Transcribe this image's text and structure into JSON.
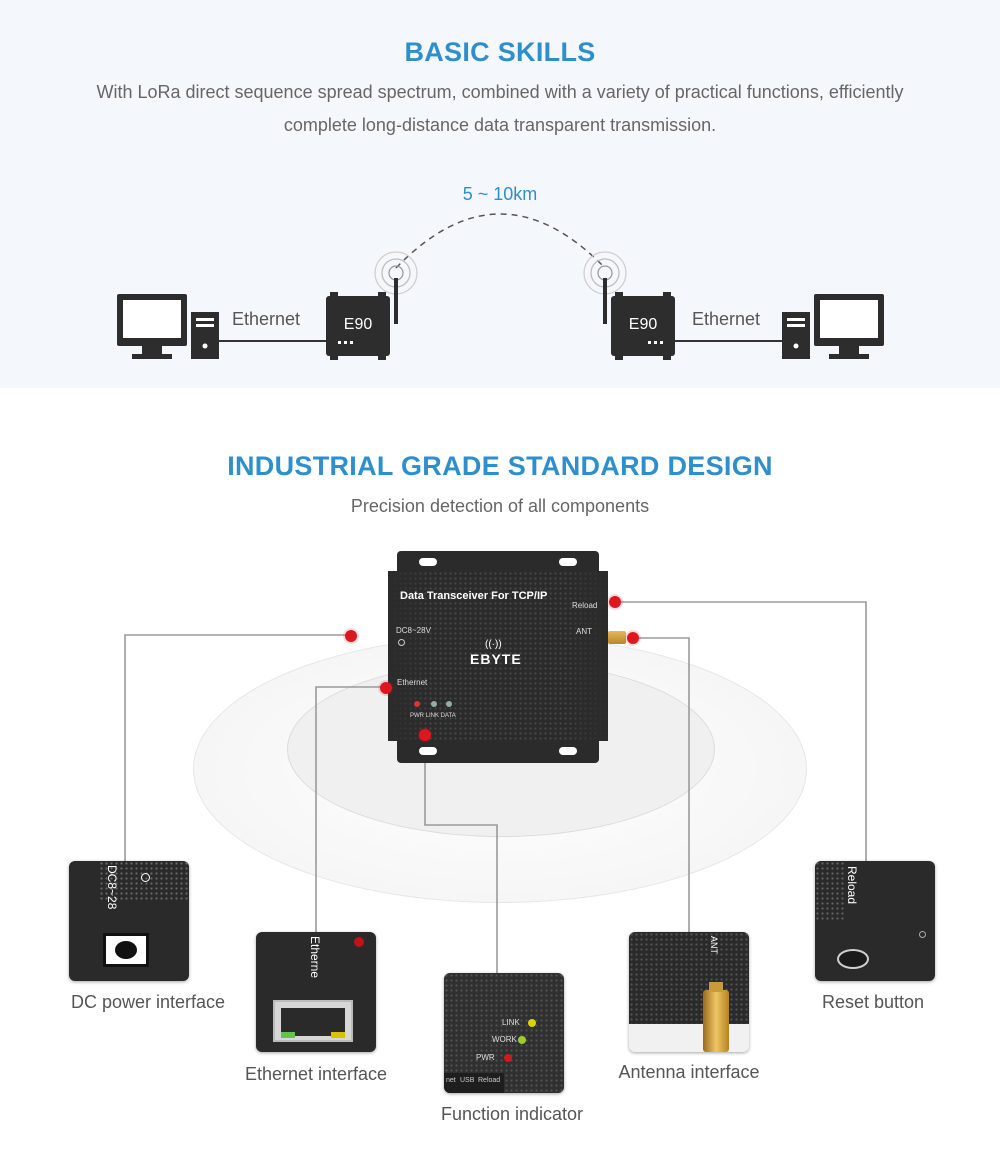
{
  "basic_skills": {
    "title": "BASIC SKILLS",
    "description": "With LoRa direct sequence spread spectrum, combined with a variety of practical functions, efficiently complete long-distance data transparent transmission.",
    "distance": "5 ~ 10km",
    "left": {
      "link_label": "Ethernet",
      "device_label": "E90"
    },
    "right": {
      "link_label": "Ethernet",
      "device_label": "E90"
    }
  },
  "industrial": {
    "title": "INDUSTRIAL GRADE STANDARD DESIGN",
    "subtitle": "Precision detection of all components",
    "device": {
      "name": "Data Transceiver For TCP/IP",
      "brand": "EBYTE",
      "dc_label": "DC8~28V",
      "reload_label": "Reload",
      "ant_label": "ANT",
      "ethernet_label": "Ethernet",
      "leds": "PWR LINK DATA"
    },
    "components": [
      {
        "label": "DC power interface",
        "tile_text": "DC8~28"
      },
      {
        "label": "Ethernet interface",
        "tile_text": "Etherne"
      },
      {
        "label": "Function indicator",
        "led_link": "LINK",
        "led_work": "WORK",
        "led_pwr": "PWR",
        "port_labels": [
          "net",
          "USB",
          "Reload"
        ]
      },
      {
        "label": "Antenna interface",
        "tile_text": "ANT"
      },
      {
        "label": "Reset button",
        "tile_text": "Reload"
      }
    ]
  },
  "colors": {
    "accent": "#2f8fcc",
    "marker": "#e0161f",
    "device_body": "#2b2b2b",
    "background_top": "#f4f8fc"
  }
}
